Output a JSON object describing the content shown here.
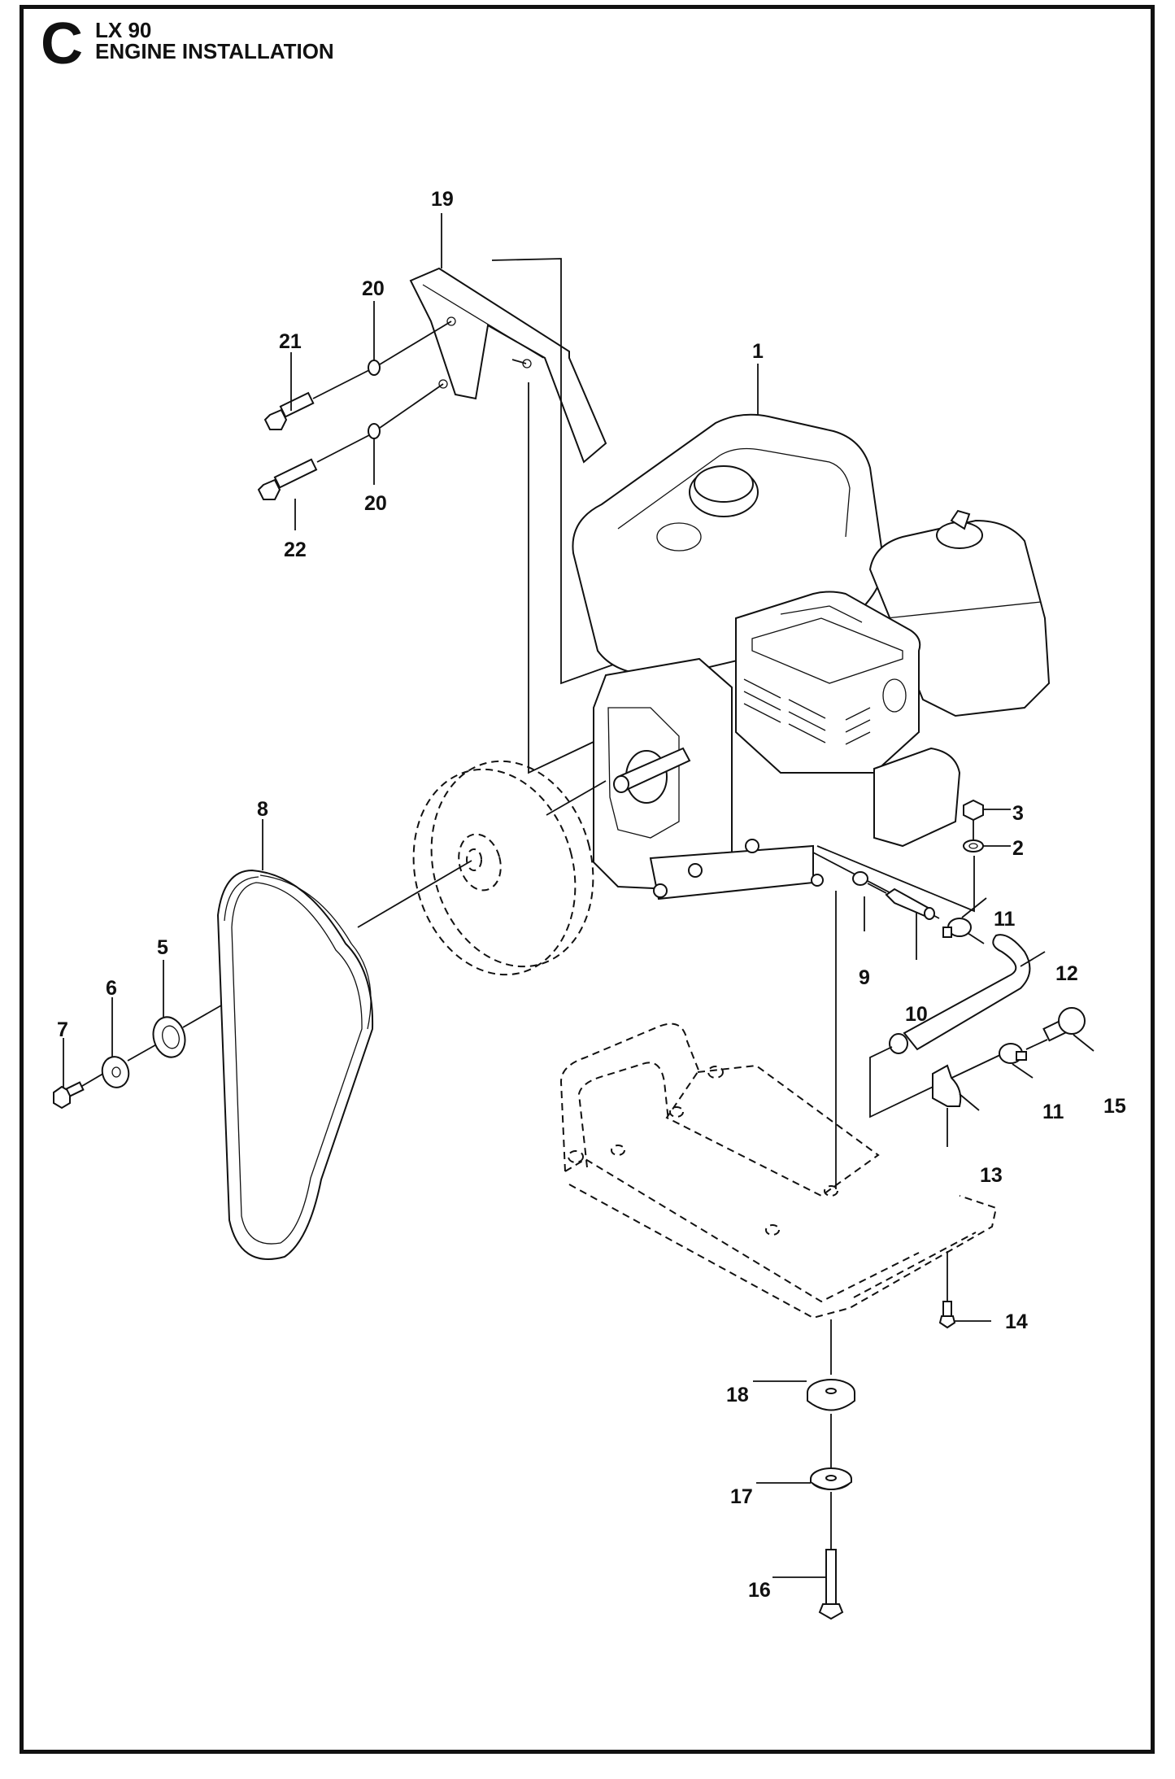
{
  "header": {
    "section_letter": "C",
    "model": "LX 90",
    "title": "ENGINE INSTALLATION"
  },
  "callouts": [
    {
      "id": "c1",
      "number": "1",
      "part": "engine"
    },
    {
      "id": "c2",
      "number": "2",
      "part": "washer"
    },
    {
      "id": "c3",
      "number": "3",
      "part": "nut"
    },
    {
      "id": "c5",
      "number": "5",
      "part": "washer"
    },
    {
      "id": "c6",
      "number": "6",
      "part": "washer"
    },
    {
      "id": "c7",
      "number": "7",
      "part": "bolt"
    },
    {
      "id": "c8",
      "number": "8",
      "part": "v-belt"
    },
    {
      "id": "c9",
      "number": "9",
      "part": "seal-washer"
    },
    {
      "id": "c10",
      "number": "10",
      "part": "drain-fitting"
    },
    {
      "id": "c11a",
      "number": "11",
      "part": "hose-clamp"
    },
    {
      "id": "c12",
      "number": "12",
      "part": "drain-hose"
    },
    {
      "id": "c11b",
      "number": "11",
      "part": "hose-clamp"
    },
    {
      "id": "c13",
      "number": "13",
      "part": "hose-holder"
    },
    {
      "id": "c14",
      "number": "14",
      "part": "screw"
    },
    {
      "id": "c15",
      "number": "15",
      "part": "plug"
    },
    {
      "id": "c16",
      "number": "16",
      "part": "bolt"
    },
    {
      "id": "c17",
      "number": "17",
      "part": "washer"
    },
    {
      "id": "c18",
      "number": "18",
      "part": "rubber-mount"
    },
    {
      "id": "c19",
      "number": "19",
      "part": "belt-guard-bracket"
    },
    {
      "id": "c20a",
      "number": "20",
      "part": "washer"
    },
    {
      "id": "c20b",
      "number": "20",
      "part": "washer"
    },
    {
      "id": "c21",
      "number": "21",
      "part": "bolt"
    },
    {
      "id": "c22",
      "number": "22",
      "part": "bolt"
    }
  ]
}
